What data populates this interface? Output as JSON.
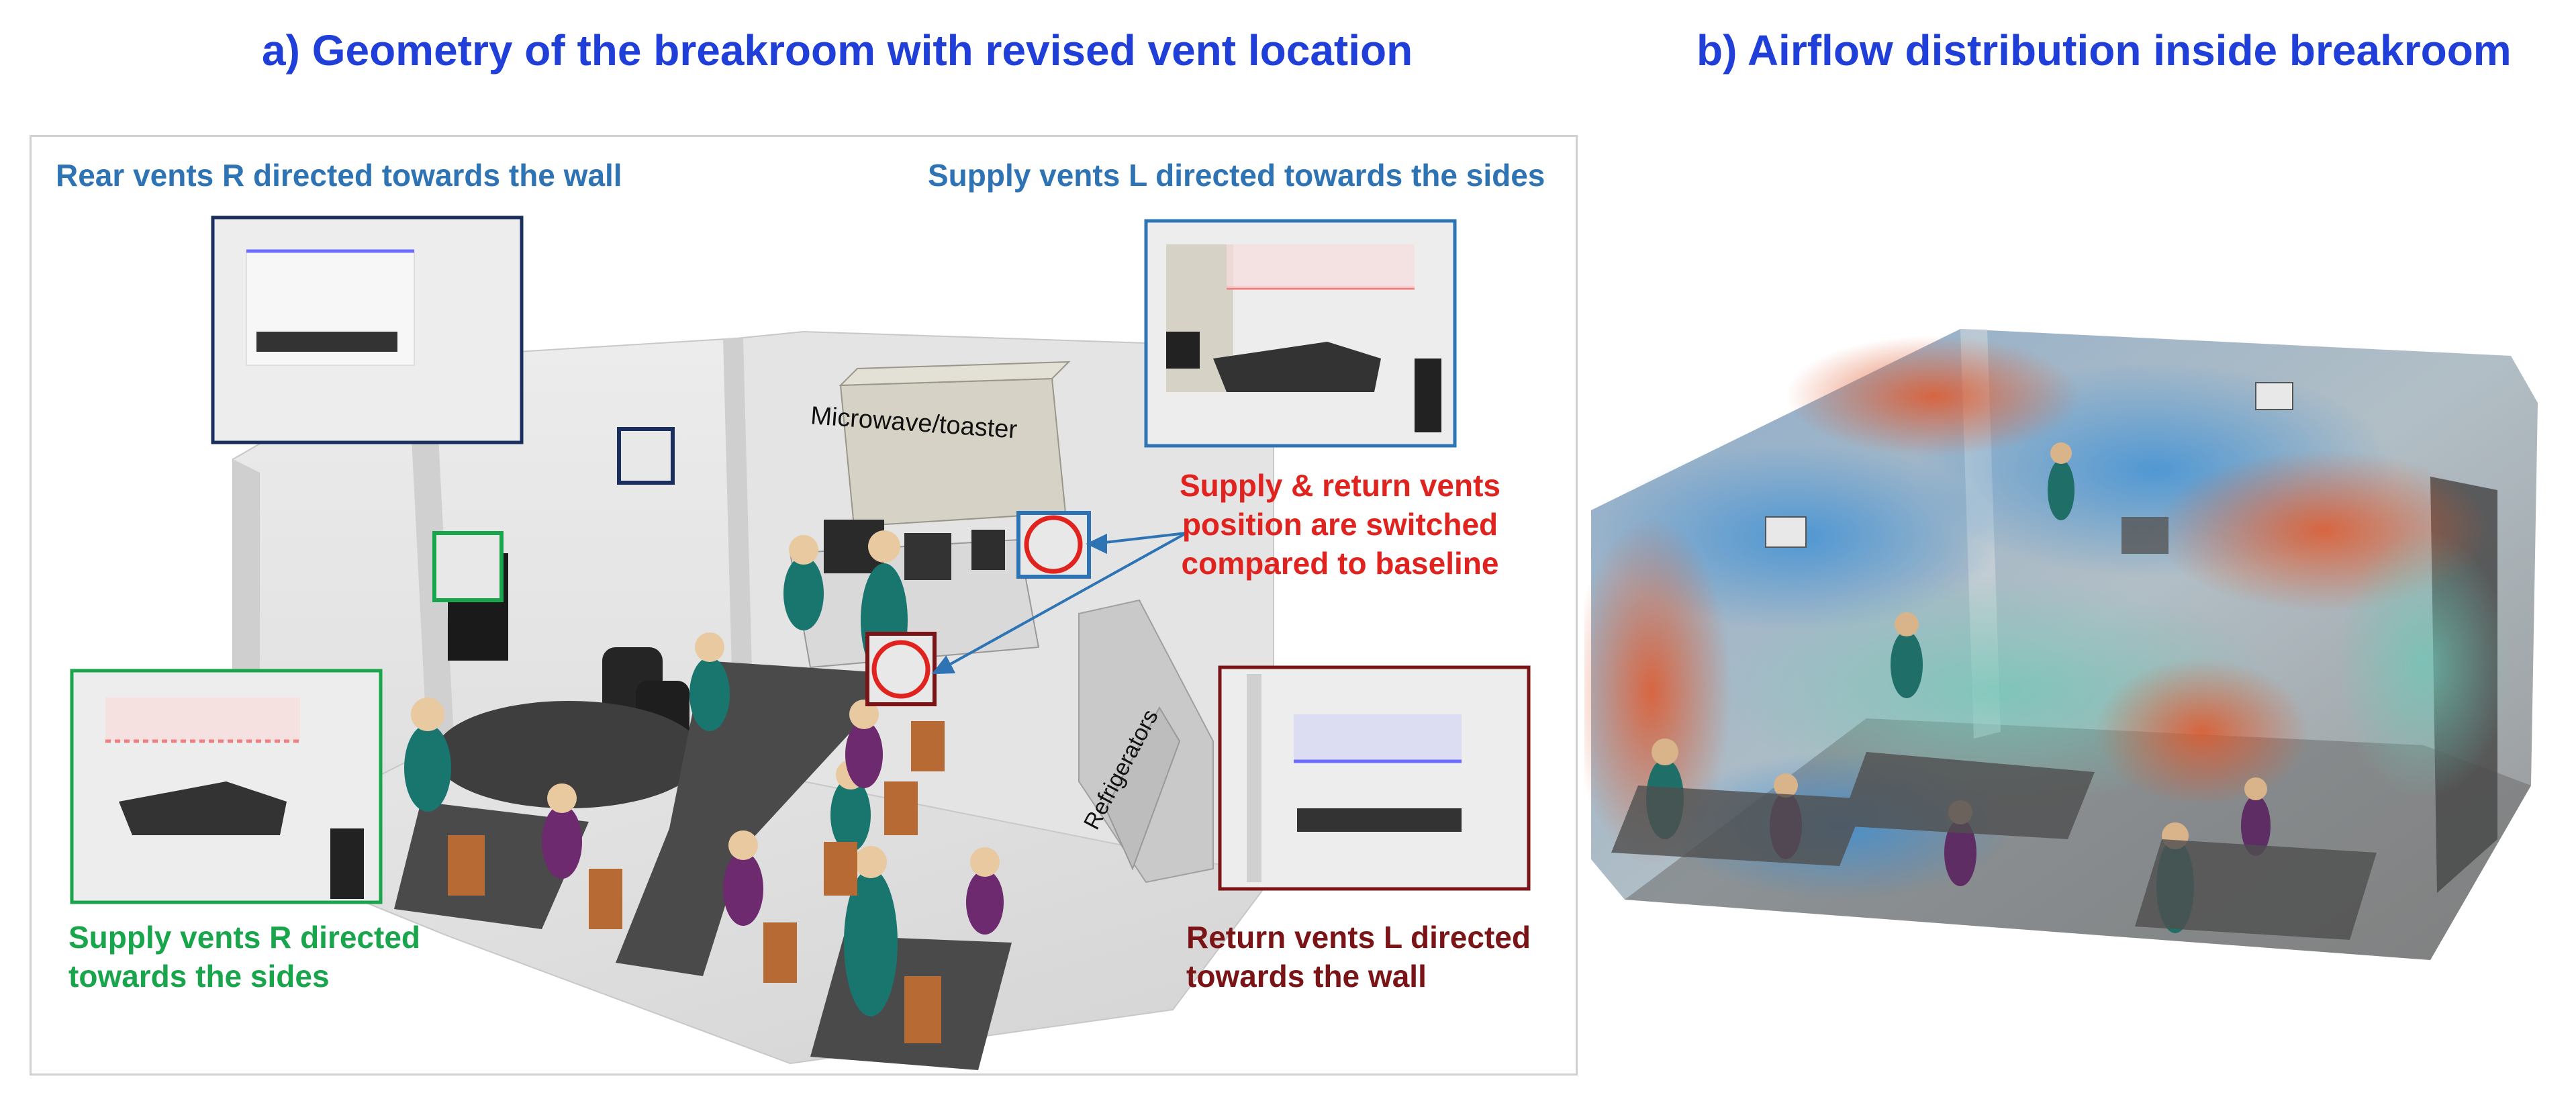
{
  "panel_a": {
    "title": "a) Geometry of the breakroom with revised vent location",
    "rear_vents_r": "Rear vents R directed towards the wall",
    "supply_vents_l": "Supply vents L directed towards the sides",
    "supply_return_note": [
      "Supply & return vents",
      "position are switched",
      "compared to baseline"
    ],
    "supply_vents_r": [
      "Supply vents R directed",
      "towards the sides"
    ],
    "return_vents_l": [
      "Return vents L directed",
      "towards the wall"
    ],
    "microwave_label": "Microwave/toaster",
    "refrigerators_label": "Refrigerators"
  },
  "panel_b": {
    "title": "b) Airflow distribution inside breakroom"
  },
  "colors": {
    "title_blue": "#1f3fd8",
    "label_blue": "#2e74b5",
    "label_green": "#19a54b",
    "label_maroon": "#7a1416",
    "label_red": "#e0231f",
    "inset_navy": "#1b2f5e"
  }
}
